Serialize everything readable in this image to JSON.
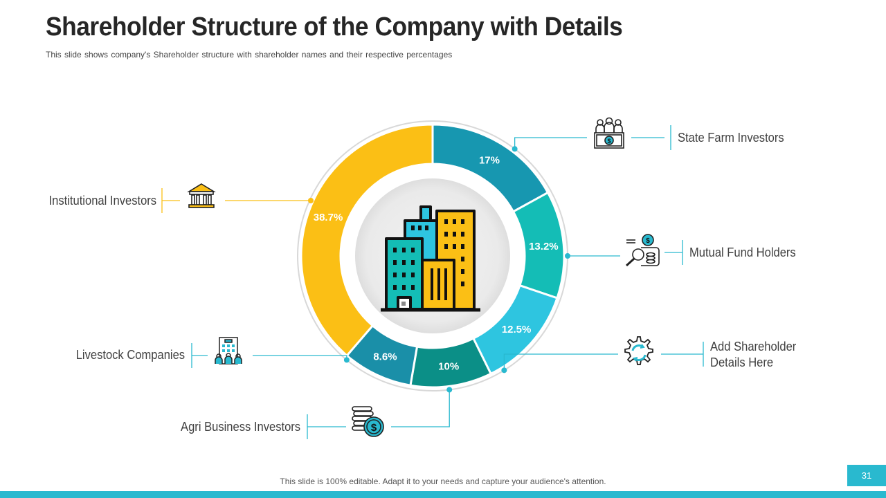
{
  "slide": {
    "title": "Shareholder Structure of the Company with Details",
    "subtitle": "This slide shows company's Shareholder structure with shareholder names and their respective percentages",
    "footer_note": "This slide is 100% editable. Adapt it to your needs and capture your audience's attention.",
    "page_number": "31"
  },
  "chart_data": {
    "type": "pie",
    "variant": "donut",
    "title": "",
    "segments": [
      {
        "label": "State Farm Investors",
        "value": 17,
        "value_label": "17%",
        "color": "#1797b0",
        "icon": "investors-group-icon"
      },
      {
        "label": "Mutual Fund Holders",
        "value": 13.2,
        "value_label": "13.2%",
        "color": "#14bdb6",
        "icon": "money-search-icon"
      },
      {
        "label": "Add Shareholder Details Here",
        "value": 12.5,
        "value_label": "12.5%",
        "color": "#2ec5e0",
        "icon": "gear-exchange-icon"
      },
      {
        "label": "Agri Business Investors",
        "value": 10,
        "value_label": "10%",
        "color": "#0b8f87",
        "icon": "coins-dollar-icon"
      },
      {
        "label": "Livestock Companies",
        "value": 8.6,
        "value_label": "8.6%",
        "color": "#1a8fa8",
        "icon": "office-building-icon"
      },
      {
        "label": "Institutional Investors",
        "value": 38.7,
        "value_label": "38.7%",
        "color": "#fbbf15",
        "icon": "bank-icon"
      }
    ]
  },
  "colors": {
    "accent": "#29b9cf",
    "connector_teal": "#29b9cf",
    "connector_yellow": "#fbbf15"
  }
}
